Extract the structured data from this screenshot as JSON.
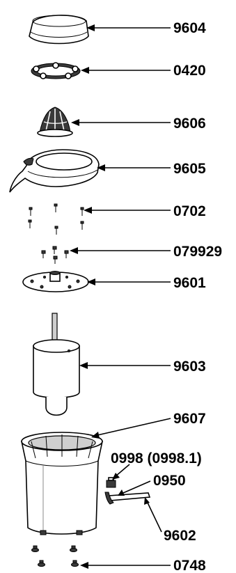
{
  "labels": {
    "lid_ring": "9604",
    "seal_ring": "0420",
    "reamer_cone": "9606",
    "juice_bowl": "9605",
    "screws_a": "0702",
    "screws_b": "079929",
    "base_plate": "9601",
    "motor": "9603",
    "housing": "9607",
    "switch": "0998 (0998.1)",
    "switch_pin": "0950",
    "lever": "9602",
    "feet": "0748"
  }
}
